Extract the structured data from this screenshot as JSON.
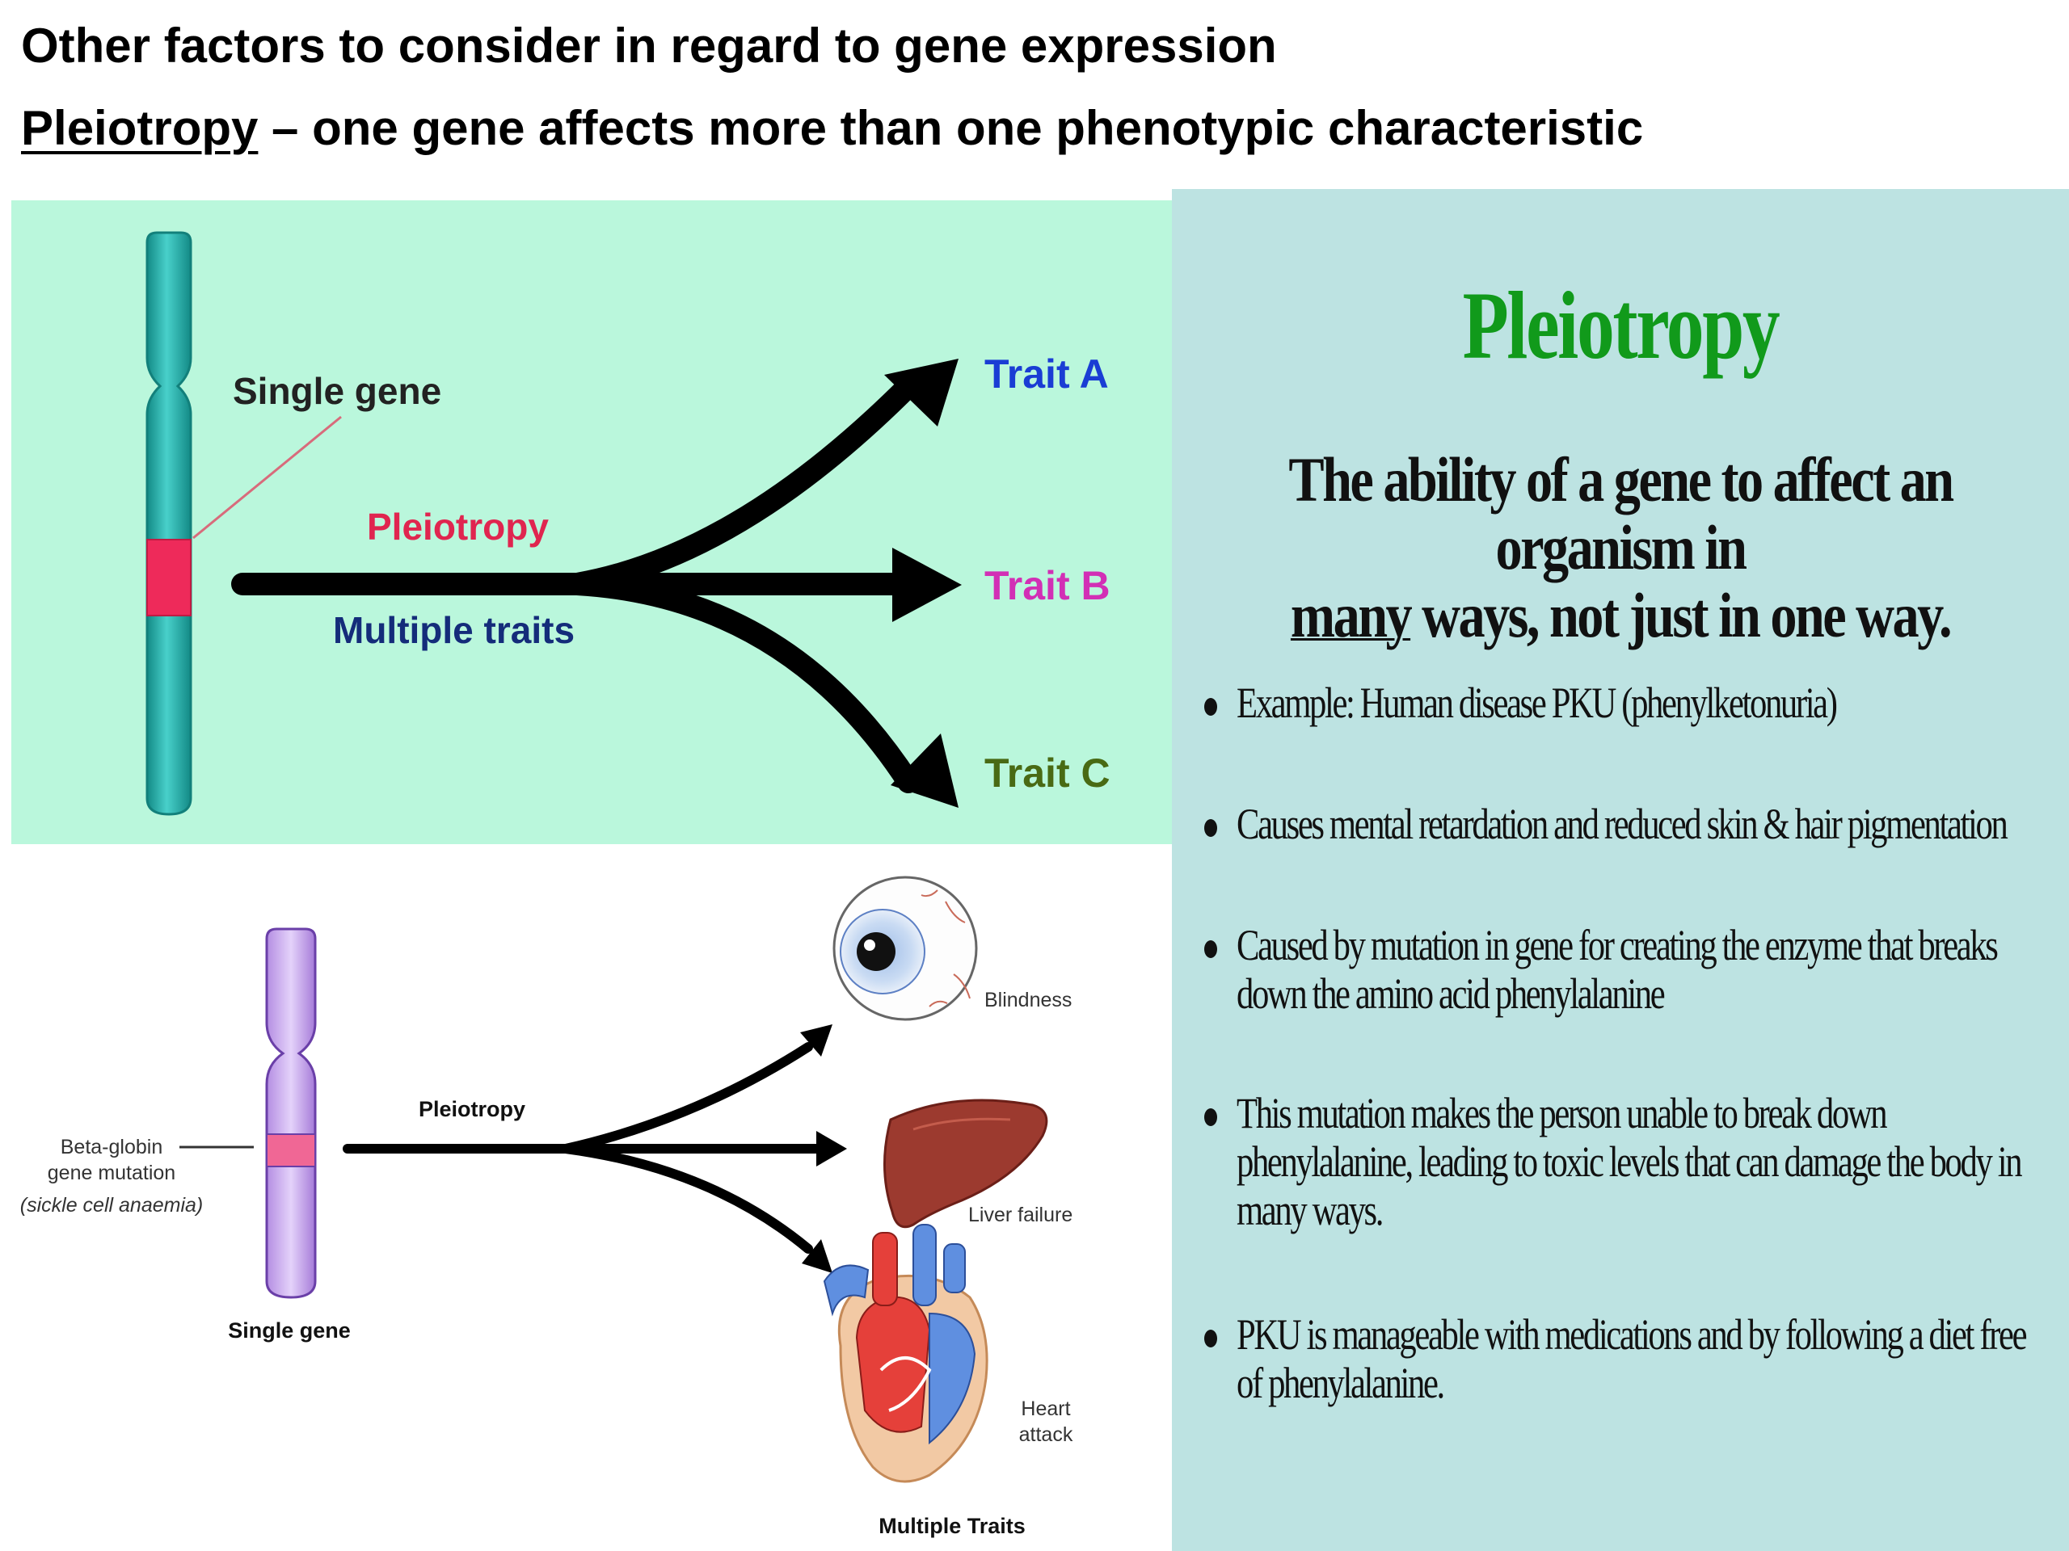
{
  "heading": {
    "line1": "Other factors to consider in regard to gene expression",
    "line2_term": "Pleiotropy",
    "line2_rest": " – one gene affects more than one phenotypic characteristic"
  },
  "diagram1": {
    "single_gene": "Single gene",
    "pleiotropy": "Pleiotropy",
    "multiple_traits": "Multiple traits",
    "trait_a": "Trait A",
    "trait_b": "Trait B",
    "trait_c": "Trait C",
    "colors": {
      "background": "#baf7dc",
      "chromosome": "#2bb7b1",
      "gene_band": "#ee2a5a",
      "trait_a": "#1a3dd4",
      "trait_b": "#d22fb5",
      "trait_c": "#496a14",
      "pleiotropy": "#e0254f",
      "multiple_traits": "#142c7a"
    }
  },
  "diagram2": {
    "gene_label_line1": "Beta-globin",
    "gene_label_line2": "gene mutation",
    "gene_label_line3": "(sickle cell anaemia)",
    "single_gene": "Single gene",
    "pleiotropy": "Pleiotropy",
    "blindness": "Blindness",
    "liver_failure": "Liver failure",
    "heart_attack_line1": "Heart",
    "heart_attack_line2": "attack",
    "multiple_traits": "Multiple Traits",
    "icons": [
      "eye-icon",
      "liver-icon",
      "heart-icon"
    ]
  },
  "panel": {
    "title": "Pleiotropy",
    "definition_line1": "The ability of a gene to affect an organism in",
    "definition_underlined": "many",
    "definition_line2_rest": " ways, not just in one way.",
    "bullets": [
      [
        "Example: Human disease PKU (phenylketonuria)"
      ],
      [
        "Causes mental retardation and reduced skin & hair pigmentation"
      ],
      [
        "Caused by mutation in gene for creating the enzyme that breaks",
        "down the amino acid phenylalanine"
      ],
      [
        "This mutation makes the person unable to break down",
        "phenylalanine, leading to toxic levels that can damage the body in",
        "many ways."
      ],
      [
        "PKU is manageable with medications and by following a diet free",
        "of phenylalanine."
      ]
    ],
    "colors": {
      "background": "#bde3e2",
      "title": "#119a1b"
    }
  }
}
